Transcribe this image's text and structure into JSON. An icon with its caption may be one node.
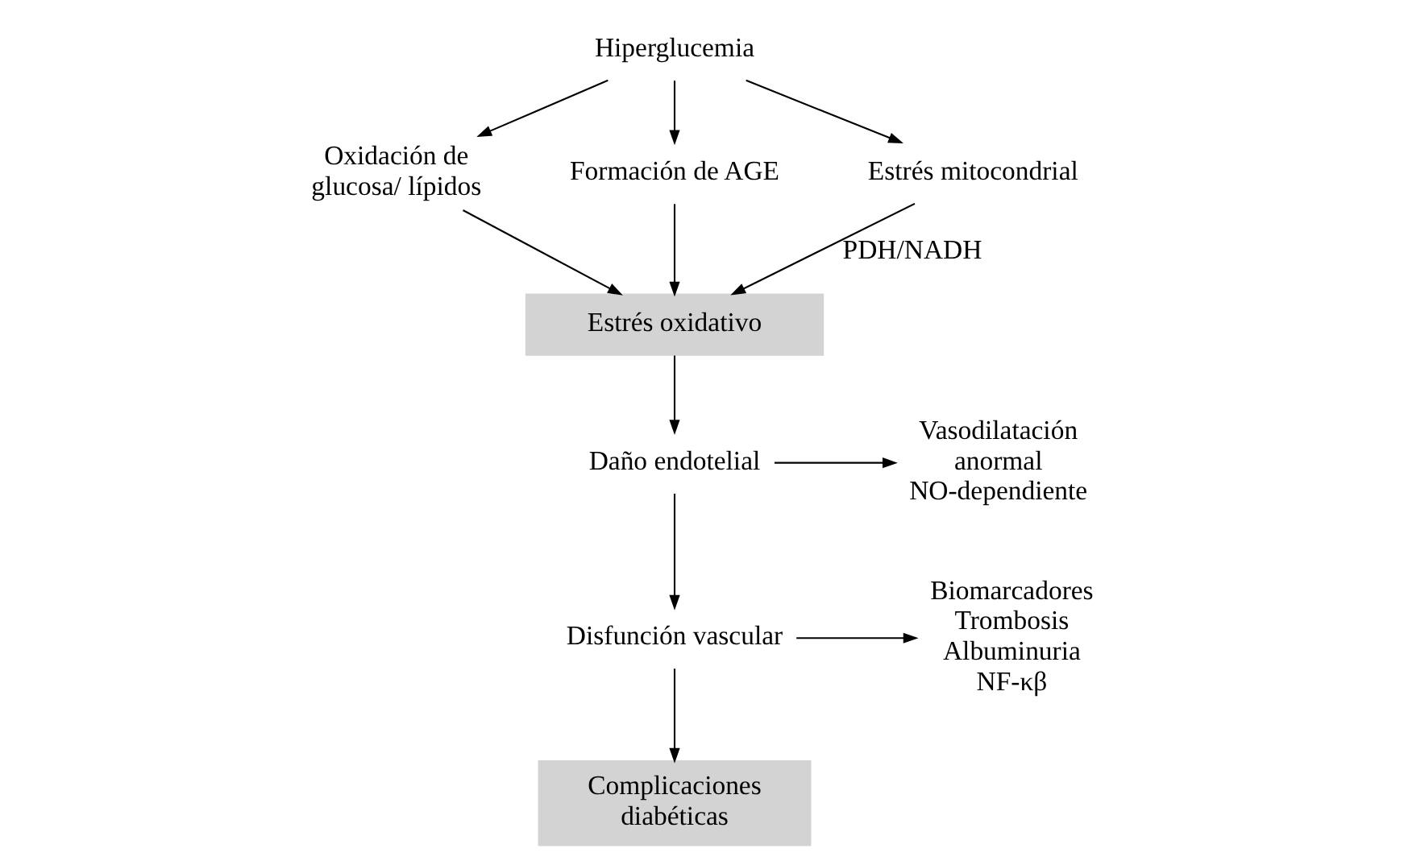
{
  "diagram": {
    "nodes": [
      {
        "text": [
          "Hiperglucemia"
        ]
      },
      {
        "text": [
          "Oxidación de glucosa/ lípidos"
        ]
      },
      {
        "text": [
          "Formación de AGE"
        ]
      },
      {
        "text": [
          "Estrés mitocondrial"
        ]
      },
      {
        "text": [
          "Estrés oxidativo"
        ]
      },
      {
        "text": [
          "Vasodilatación anormal NO-dependiente"
        ]
      },
      {
        "text": [
          "Daño endotelial"
        ]
      },
      {
        "text": [
          "Disfunción vascular"
        ]
      },
      {
        "text": [
          "Biomarcadores",
          "Trombosis",
          "Albuminuria",
          "NF-κβ"
        ]
      },
      {
        "text": [
          "Complicaciones diabéticas"
        ]
      }
    ],
    "edges": [
      {
        "from": 0,
        "to": 1,
        "arrow": "to"
      },
      {
        "from": 0,
        "to": 2,
        "arrow": "to"
      },
      {
        "from": 0,
        "to": 3,
        "arrow": "to"
      },
      {
        "from": 1,
        "to": 4,
        "arrow": "to"
      },
      {
        "from": 2,
        "to": 4,
        "arrow": "to"
      },
      {
        "from": 3,
        "to": 4,
        "arrow": "to",
        "label": "PDH/NADH"
      },
      {
        "from": 4,
        "to": 6,
        "arrow": "to"
      },
      {
        "from": 6,
        "to": 5,
        "arrow": "to"
      },
      {
        "from": 6,
        "to": 7,
        "arrow": "to"
      },
      {
        "from": 7,
        "to": 8,
        "arrow": "to"
      },
      {
        "from": 7,
        "to": 9,
        "arrow": "to"
      }
    ]
  }
}
